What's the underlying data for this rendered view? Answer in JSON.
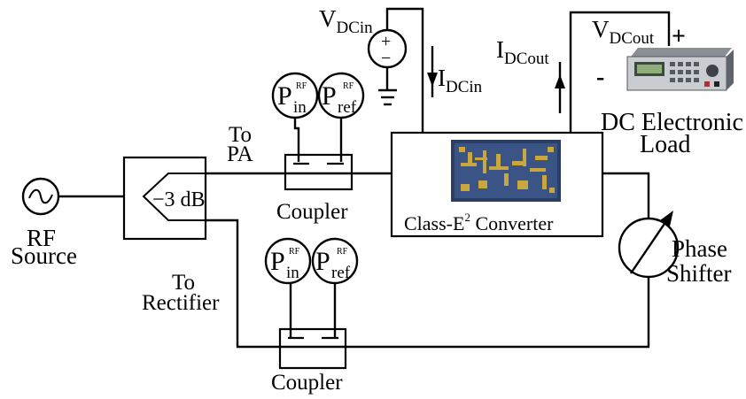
{
  "rf_source": {
    "line1": "RF",
    "line2": "Source"
  },
  "splitter": {
    "label": "−3 dB"
  },
  "to_pa": {
    "line1": "To",
    "line2": "PA"
  },
  "to_rectifier": {
    "line1": "To",
    "line2": "Rectifier"
  },
  "meters": {
    "p_in": {
      "main": "P",
      "super": "RF",
      "sub": "in"
    },
    "p_ref": {
      "main": "P",
      "super": "RF",
      "sub": "ref"
    }
  },
  "coupler_label": "Coupler",
  "converter": {
    "label": "Class-E",
    "superscript": "2",
    "label_suffix": " Converter"
  },
  "vdc_in": {
    "main": "V",
    "sub": "DCin"
  },
  "idc_in": {
    "main": "I",
    "sub": "DCin"
  },
  "vdc_out": {
    "main": "V",
    "sub": "DCout"
  },
  "idc_out": {
    "main": "I",
    "sub": "DCout"
  },
  "polarity": {
    "plus": "+",
    "minus": "-",
    "source_plus": "+",
    "source_minus": "−"
  },
  "dc_load": {
    "line1": "DC Electronic",
    "line2": "Load"
  },
  "phase_shifter": {
    "line1": "Phase",
    "line2": "Shifter"
  }
}
